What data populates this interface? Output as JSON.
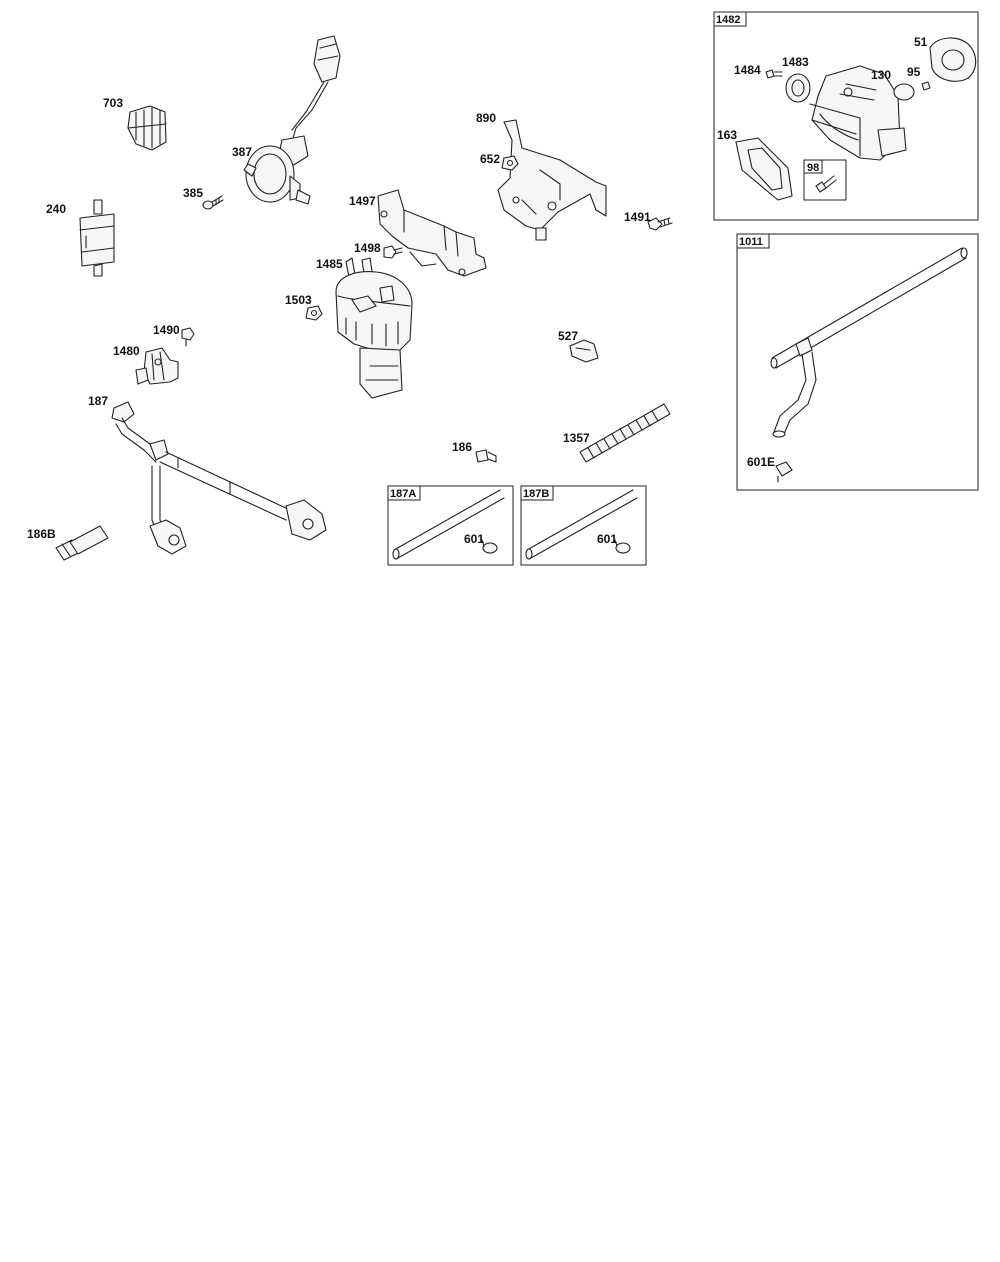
{
  "diagram": {
    "part_labels": [
      "703",
      "387",
      "385",
      "240",
      "890",
      "652",
      "1497",
      "1491",
      "1498",
      "1485",
      "1503",
      "1490",
      "1480",
      "527",
      "187",
      "186",
      "1357",
      "186B"
    ],
    "kits": {
      "k1482": {
        "label": "1482",
        "parts": [
          "1484",
          "1483",
          "130",
          "95",
          "51",
          "163"
        ]
      },
      "k98": {
        "label": "98"
      },
      "k1011": {
        "label": "1011",
        "parts": [
          "601E"
        ]
      },
      "k187A": {
        "label": "187A",
        "parts": [
          "601"
        ]
      },
      "k187B": {
        "label": "187B",
        "parts": [
          "601"
        ]
      }
    }
  }
}
